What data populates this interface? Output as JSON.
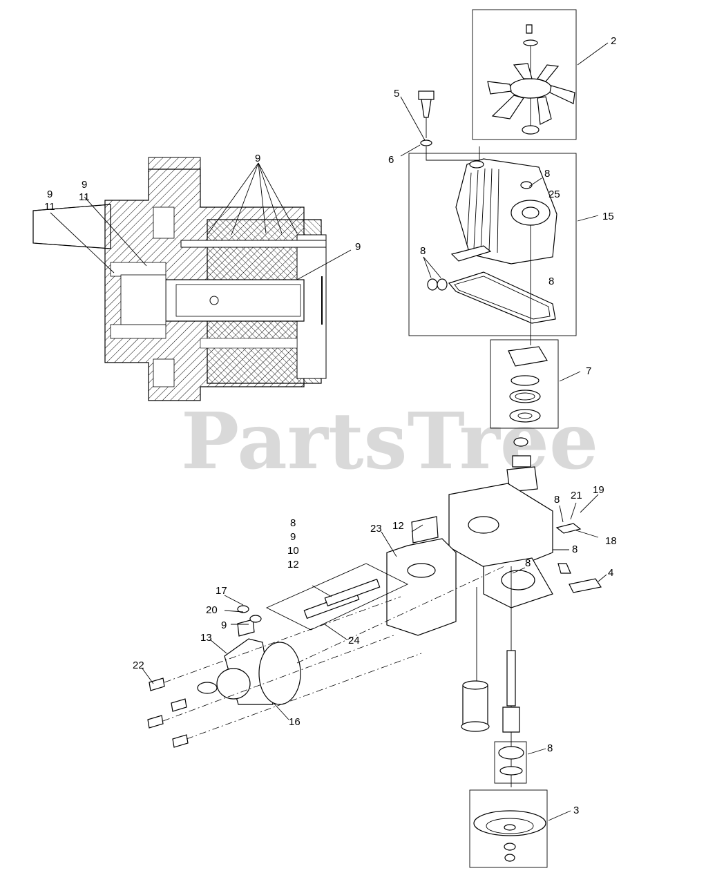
{
  "watermark": "PartsTree",
  "callouts": [
    {
      "id": "c2",
      "text": "2"
    },
    {
      "id": "c5",
      "text": "5"
    },
    {
      "id": "c6",
      "text": "6"
    },
    {
      "id": "c8a",
      "text": "8"
    },
    {
      "id": "c25",
      "text": "25"
    },
    {
      "id": "c15",
      "text": "15"
    },
    {
      "id": "c8b",
      "text": "8"
    },
    {
      "id": "c8c",
      "text": "8"
    },
    {
      "id": "c7",
      "text": "7"
    },
    {
      "id": "c9a",
      "text": "9"
    },
    {
      "id": "c9b",
      "text": "9"
    },
    {
      "id": "c11b",
      "text": "11"
    },
    {
      "id": "c9c",
      "text": "9"
    },
    {
      "id": "c11c",
      "text": "11"
    },
    {
      "id": "c9d",
      "text": "9"
    },
    {
      "id": "c8d",
      "text": "8"
    },
    {
      "id": "c21",
      "text": "21"
    },
    {
      "id": "c19",
      "text": "19"
    },
    {
      "id": "c18",
      "text": "18"
    },
    {
      "id": "c8e",
      "text": "8"
    },
    {
      "id": "c8f",
      "text": "8"
    },
    {
      "id": "c4",
      "text": "4"
    },
    {
      "id": "c12a",
      "text": "12"
    },
    {
      "id": "c23",
      "text": "23"
    },
    {
      "id": "c8g",
      "text": "8"
    },
    {
      "id": "c9e",
      "text": "9"
    },
    {
      "id": "c10",
      "text": "10"
    },
    {
      "id": "c12b",
      "text": "12"
    },
    {
      "id": "c17",
      "text": "17"
    },
    {
      "id": "c20",
      "text": "20"
    },
    {
      "id": "c9f",
      "text": "9"
    },
    {
      "id": "c24",
      "text": "24"
    },
    {
      "id": "c13",
      "text": "13"
    },
    {
      "id": "c22",
      "text": "22"
    },
    {
      "id": "c16",
      "text": "16"
    },
    {
      "id": "c8h",
      "text": "8"
    },
    {
      "id": "c3",
      "text": "3"
    }
  ]
}
